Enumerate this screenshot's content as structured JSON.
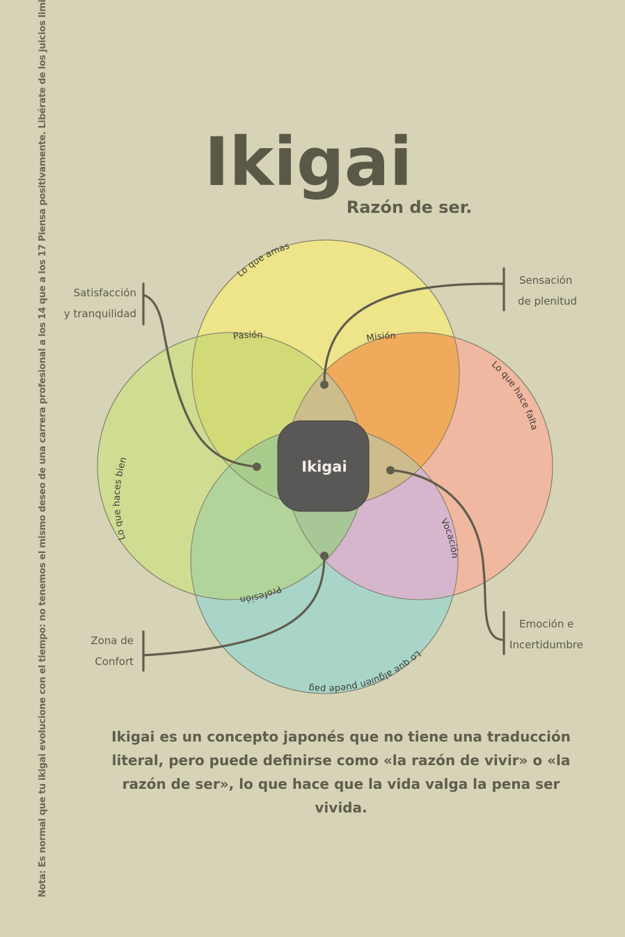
{
  "title": "Ikigai",
  "subtitle": "Razón de ser.",
  "side_note": "Nota: Es normal que tu ikigai evolucione con el tiempo: no tenemos el mismo deseo de una carrera profesional a los 14 que a los 17 Piensa positivamente. Libérate de los juicios limitantes y prepárate para salir de tu zona de confort.",
  "circles": {
    "top": "Lo que amas",
    "right": "Lo que hace falta",
    "bottom": "Lo que alguien puede pagar",
    "left": "Lo que haces bien"
  },
  "intersections": {
    "passion": "Pasión",
    "mission": "Misión",
    "vocation": "Vocación",
    "profession": "Profesión",
    "center": "Ikigai"
  },
  "callouts": {
    "top_left": [
      "Satisfacción",
      "y tranquilidad"
    ],
    "top_right": [
      "Sensación",
      "de plenitud"
    ],
    "bottom_left": [
      "Zona de",
      "Confort"
    ],
    "bottom_right": [
      "Emoción e",
      "Incertidumbre"
    ]
  },
  "description": "Ikigai es un concepto japonés que no tiene una traducción literal, pero puede definirse como «la razón de vivir» o «la razón de ser», lo que hace que la vida valga la pena ser vivida.",
  "colors": {
    "background": "#d6d3b7",
    "top_circle": "#eee48a",
    "right_circle": "#f0b8a0",
    "bottom_circle": "#a9d5c8",
    "left_circle": "#cfdc92",
    "passion": "#d2da78",
    "mission": "#f0aa5c",
    "vocation": "#d6b6cc",
    "profession": "#a9d4a0",
    "center": "#5a5857",
    "text": "#5c5b4c"
  }
}
